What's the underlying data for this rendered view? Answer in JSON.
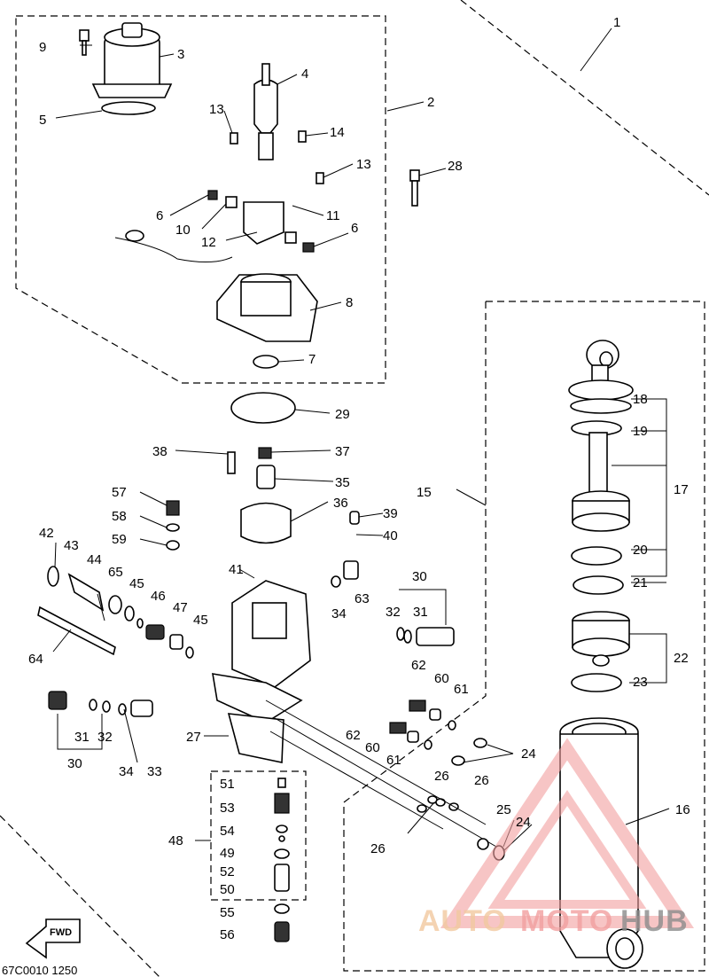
{
  "diagram": {
    "drawing_code": "67C0010 1250",
    "fwd_label": "FWD",
    "watermark": {
      "part1": "AUTO",
      "part2": "MOTO",
      "part3": "HUB",
      "color_light": "#f2c9a0",
      "color_accent": "#f2a0a0",
      "color_dark": "#8c8c8c"
    },
    "callouts": [
      "1",
      "2",
      "3",
      "4",
      "5",
      "6",
      "6",
      "7",
      "8",
      "9",
      "10",
      "11",
      "12",
      "13",
      "13",
      "14",
      "15",
      "16",
      "17",
      "18",
      "19",
      "20",
      "21",
      "22",
      "23",
      "24",
      "24",
      "24",
      "25",
      "26",
      "26",
      "26",
      "27",
      "28",
      "29",
      "30",
      "30",
      "31",
      "31",
      "32",
      "32",
      "33",
      "34",
      "34",
      "35",
      "36",
      "37",
      "38",
      "39",
      "40",
      "41",
      "42",
      "43",
      "44",
      "45",
      "45",
      "46",
      "47",
      "48",
      "49",
      "50",
      "51",
      "52",
      "53",
      "54",
      "55",
      "56",
      "57",
      "58",
      "59",
      "60",
      "60",
      "61",
      "61",
      "62",
      "62",
      "63",
      "64",
      "65"
    ]
  }
}
